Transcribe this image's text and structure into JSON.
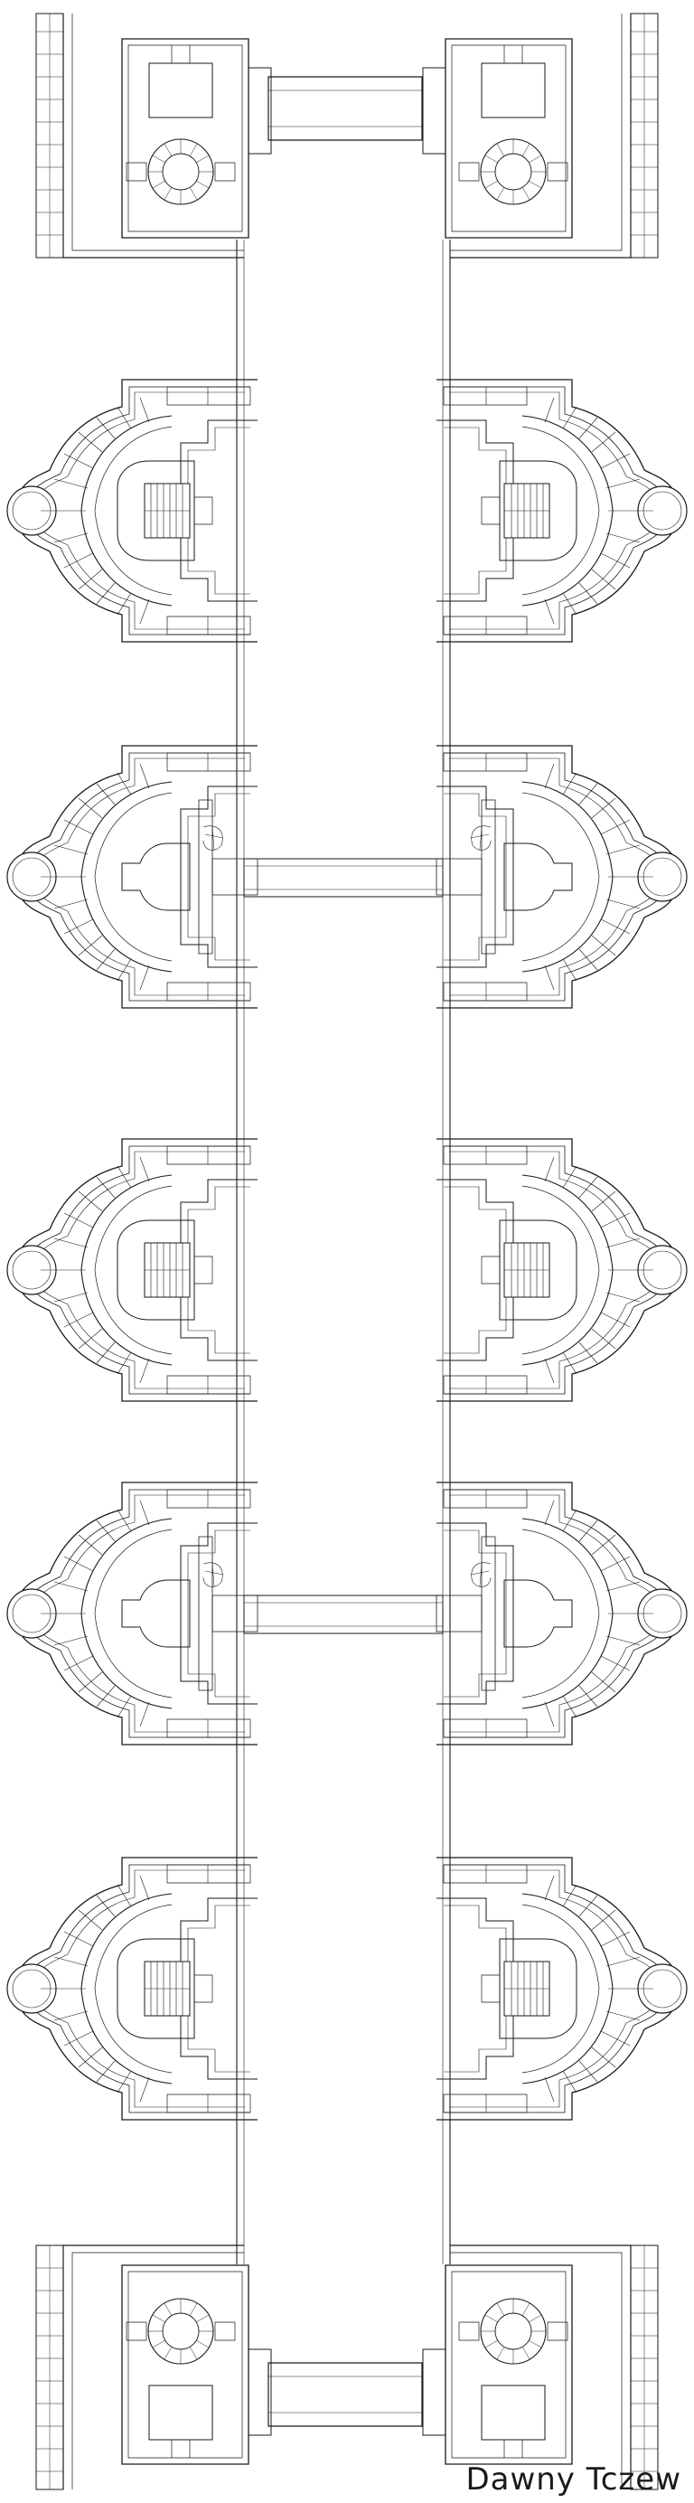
{
  "drawing": {
    "signature": "Dawny Tczew",
    "line_color": "#1a1a1a",
    "background": "#ffffff"
  },
  "plan": {
    "corner_towers": 4,
    "pier_pairs": 5,
    "pier_types": [
      "stair",
      "passage",
      "stair",
      "passage",
      "stair"
    ]
  }
}
